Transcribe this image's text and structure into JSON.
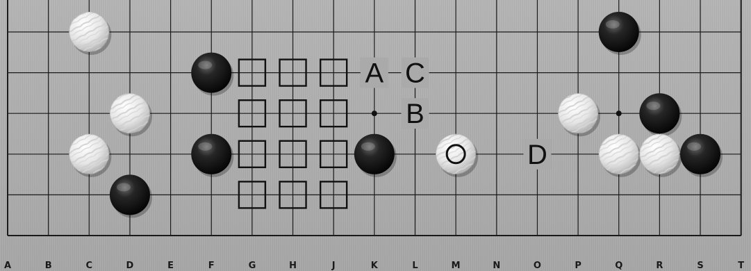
{
  "board": {
    "columns": [
      "A",
      "B",
      "C",
      "D",
      "E",
      "F",
      "G",
      "H",
      "J",
      "K",
      "L",
      "M",
      "N",
      "O",
      "P",
      "Q",
      "R",
      "S",
      "T"
    ],
    "visible_rows": 6,
    "line_color": "#1a1a1a",
    "background_color": "#aaaaaa"
  },
  "stones": [
    {
      "color": "white",
      "col": "C",
      "row": 1
    },
    {
      "color": "black",
      "col": "Q",
      "row": 1
    },
    {
      "color": "black",
      "col": "F",
      "row": 2
    },
    {
      "color": "white",
      "col": "D",
      "row": 3
    },
    {
      "color": "white",
      "col": "P",
      "row": 3
    },
    {
      "color": "black",
      "col": "R",
      "row": 3
    },
    {
      "color": "white",
      "col": "C",
      "row": 4
    },
    {
      "color": "black",
      "col": "F",
      "row": 4
    },
    {
      "color": "black",
      "col": "K",
      "row": 4
    },
    {
      "color": "white",
      "col": "M",
      "row": 4,
      "mark": "circle"
    },
    {
      "color": "white",
      "col": "Q",
      "row": 4
    },
    {
      "color": "white",
      "col": "R",
      "row": 4
    },
    {
      "color": "black",
      "col": "S",
      "row": 4
    },
    {
      "color": "black",
      "col": "D",
      "row": 5
    }
  ],
  "squares": [
    {
      "col": "G",
      "row": 2
    },
    {
      "col": "H",
      "row": 2
    },
    {
      "col": "J",
      "row": 2
    },
    {
      "col": "G",
      "row": 3
    },
    {
      "col": "H",
      "row": 3
    },
    {
      "col": "J",
      "row": 3
    },
    {
      "col": "G",
      "row": 4
    },
    {
      "col": "H",
      "row": 4
    },
    {
      "col": "J",
      "row": 4
    },
    {
      "col": "G",
      "row": 5
    },
    {
      "col": "H",
      "row": 5
    },
    {
      "col": "J",
      "row": 5
    }
  ],
  "letters": [
    {
      "text": "A",
      "col": "K",
      "row": 2
    },
    {
      "text": "C",
      "col": "L",
      "row": 2
    },
    {
      "text": "B",
      "col": "L",
      "row": 3
    },
    {
      "text": "D",
      "col": "O",
      "row": 4
    }
  ],
  "star_points": [
    {
      "col": "K",
      "row": 3
    },
    {
      "col": "Q",
      "row": 3
    }
  ]
}
